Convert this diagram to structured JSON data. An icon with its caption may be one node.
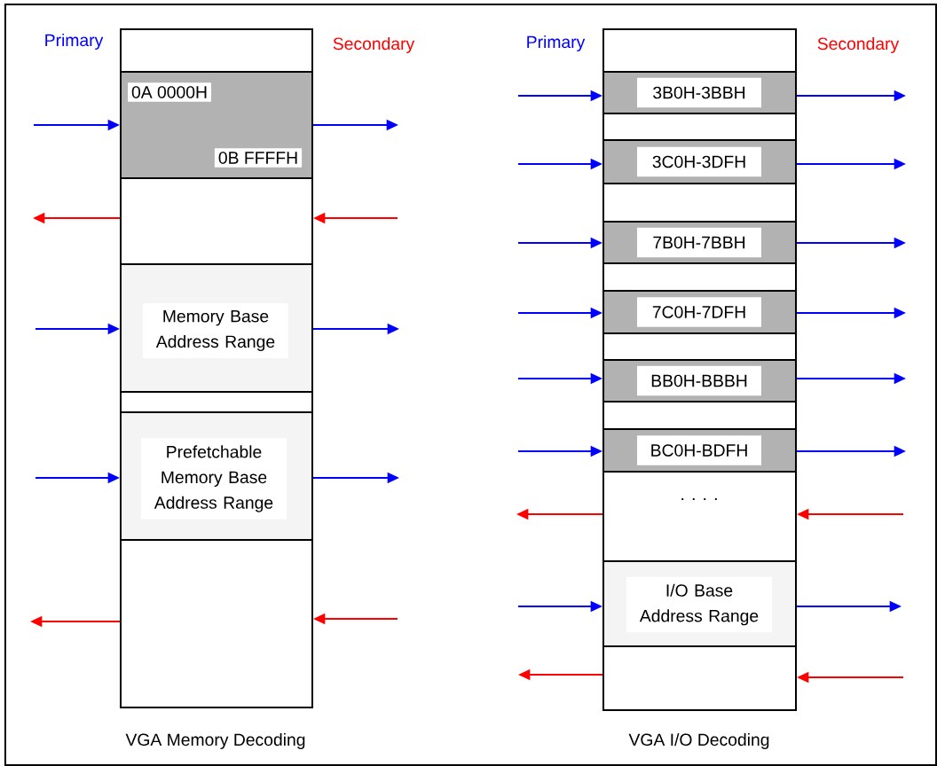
{
  "diagram": {
    "nodes": [
      {
        "text": [],
        "shape": "box"
      },
      {
        "text": [
          "0A 0000H",
          "0B FFFFH"
        ]
      },
      {
        "text": [],
        "shape": "box"
      },
      {
        "text": [
          "Memory Base Address Range"
        ]
      },
      {
        "text": [],
        "shape": "box"
      },
      {
        "text": [
          "Prefetchable Memory Base Address Range"
        ]
      },
      {
        "text": [],
        "shape": "box"
      },
      {
        "text": [],
        "shape": "box"
      },
      {
        "text": [
          "3B0H-3BBH"
        ]
      },
      {
        "text": [],
        "shape": "box"
      },
      {
        "text": [
          "3C0H-3DFH"
        ]
      },
      {
        "text": [],
        "shape": "box"
      },
      {
        "text": [
          "7B0H-7BBH"
        ]
      },
      {
        "text": [],
        "shape": "box"
      },
      {
        "text": [
          "7C0H-7DFH"
        ]
      },
      {
        "text": [],
        "shape": "box"
      },
      {
        "text": [
          "BB0H-BBBH"
        ]
      },
      {
        "text": [],
        "shape": "box"
      },
      {
        "text": [
          "BC0H-BDFH"
        ]
      },
      {
        "text": [
          ". . . ."
        ]
      },
      {
        "text": [
          "I/O Base Address Range"
        ]
      },
      {
        "text": [],
        "shape": "box"
      }
    ],
    "edges": [
      {
        "from": null,
        "to": 1,
        "arrow": "to"
      },
      {
        "from": 1,
        "to": null,
        "arrow": "to"
      },
      {
        "from": 2,
        "to": null,
        "arrow": "to",
        "color": "#ff0000"
      },
      {
        "from": null,
        "to": 2,
        "arrow": "to",
        "color": "#ff0000"
      },
      {
        "from": null,
        "to": 3,
        "arrow": "to"
      },
      {
        "from": 3,
        "to": null,
        "arrow": "to"
      },
      {
        "from": null,
        "to": 5,
        "arrow": "to"
      },
      {
        "from": 5,
        "to": null,
        "arrow": "to"
      },
      {
        "from": 6,
        "to": null,
        "arrow": "to",
        "color": "#ff0000"
      },
      {
        "from": null,
        "to": 6,
        "arrow": "to",
        "color": "#ff0000"
      },
      {
        "from": null,
        "to": 8,
        "arrow": "to"
      },
      {
        "from": 8,
        "to": null,
        "arrow": "to"
      },
      {
        "from": null,
        "to": 10,
        "arrow": "to"
      },
      {
        "from": 10,
        "to": null,
        "arrow": "to"
      },
      {
        "from": null,
        "to": 12,
        "arrow": "to"
      },
      {
        "from": 12,
        "to": null,
        "arrow": "to"
      },
      {
        "from": null,
        "to": 14,
        "arrow": "to"
      },
      {
        "from": 14,
        "to": null,
        "arrow": "to"
      },
      {
        "from": null,
        "to": 16,
        "arrow": "to"
      },
      {
        "from": 16,
        "to": null,
        "arrow": "to"
      },
      {
        "from": null,
        "to": 18,
        "arrow": "to"
      },
      {
        "from": 18,
        "to": null,
        "arrow": "to"
      },
      {
        "from": 19,
        "to": null,
        "arrow": "to",
        "color": "#ff0000"
      },
      {
        "from": null,
        "to": 19,
        "arrow": "to",
        "color": "#ff0000"
      },
      {
        "from": null,
        "to": 20,
        "arrow": "to"
      },
      {
        "from": 20,
        "to": null,
        "arrow": "to"
      },
      {
        "from": 21,
        "to": null,
        "arrow": "to",
        "color": "#ff0000"
      },
      {
        "from": null,
        "to": 21,
        "arrow": "to",
        "color": "#ff0000"
      }
    ],
    "labels": [
      "Primary",
      "Secondary",
      "Primary",
      "Secondary",
      "VGA Memory Decoding",
      "VGA I/O Decoding"
    ]
  }
}
